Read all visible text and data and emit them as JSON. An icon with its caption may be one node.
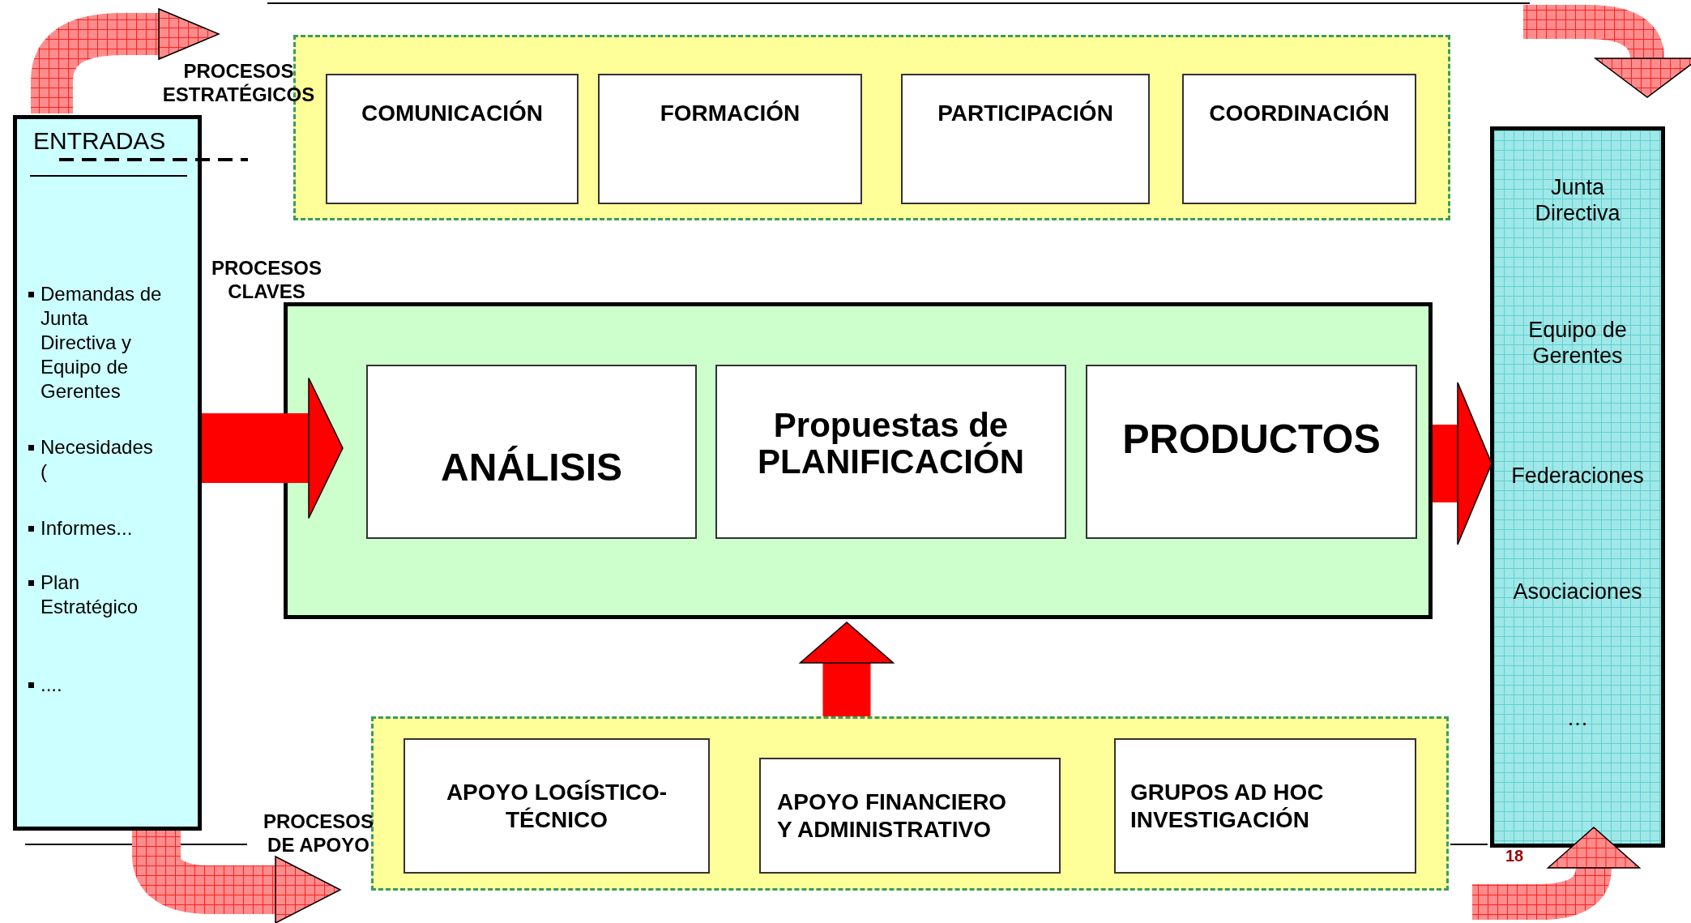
{
  "diagram": {
    "nodes": [
      {
        "text": [
          "ENTRADAS",
          "Demandas de Junta Directiva y Equipo de Gerentes",
          "Necesidades (",
          "Informes...",
          "Plan Estratégico",
          "...."
        ]
      },
      {
        "text": [
          "PROCESOS ESTRATÉGICOS"
        ]
      },
      {
        "text": [
          "COMUNICACIÓN"
        ],
        "in": 1
      },
      {
        "text": [
          "FORMACIÓN"
        ],
        "in": 1
      },
      {
        "text": [
          "PARTICIPACIÓN"
        ],
        "in": 1
      },
      {
        "text": [
          "COORDINACIÓN"
        ],
        "in": 1
      },
      {
        "text": [
          "PROCESOS CLAVES"
        ]
      },
      {
        "text": [
          "ANÁLISIS"
        ],
        "in": 6
      },
      {
        "text": [
          "Propuestas de PLANIFICACIÓN"
        ],
        "in": 6
      },
      {
        "text": [
          "PRODUCTOS"
        ],
        "in": 6
      },
      {
        "text": [
          "PROCESOS DE APOYO"
        ]
      },
      {
        "text": [
          "APOYO LOGÍSTICO-TÉCNICO"
        ],
        "in": 10
      },
      {
        "text": [
          "APOYO FINANCIERO Y ADMINISTRATIVO"
        ],
        "in": 10
      },
      {
        "text": [
          "GRUPOS AD HOC INVESTIGACIÓN"
        ],
        "in": 10
      },
      {
        "text": [
          "Junta Directiva",
          "Equipo de Gerentes",
          "Federaciones",
          "Asociaciones",
          "…"
        ]
      }
    ],
    "edges": [
      {
        "from": 0,
        "to": 7,
        "arrow": "to",
        "color": "#ff0000"
      },
      {
        "from": 6,
        "to": 14,
        "arrow": "to",
        "color": "#ff0000"
      },
      {
        "from": 10,
        "to": 6,
        "arrow": "to",
        "color": "#ff0000"
      },
      {
        "from": 0,
        "to": 1,
        "arrow": "to"
      },
      {
        "from": null,
        "to": 14,
        "arrow": "to"
      },
      {
        "from": 0,
        "to": 10,
        "arrow": "to"
      },
      {
        "from": null,
        "to": 14,
        "arrow": "to"
      }
    ],
    "labels": [
      "18"
    ]
  }
}
